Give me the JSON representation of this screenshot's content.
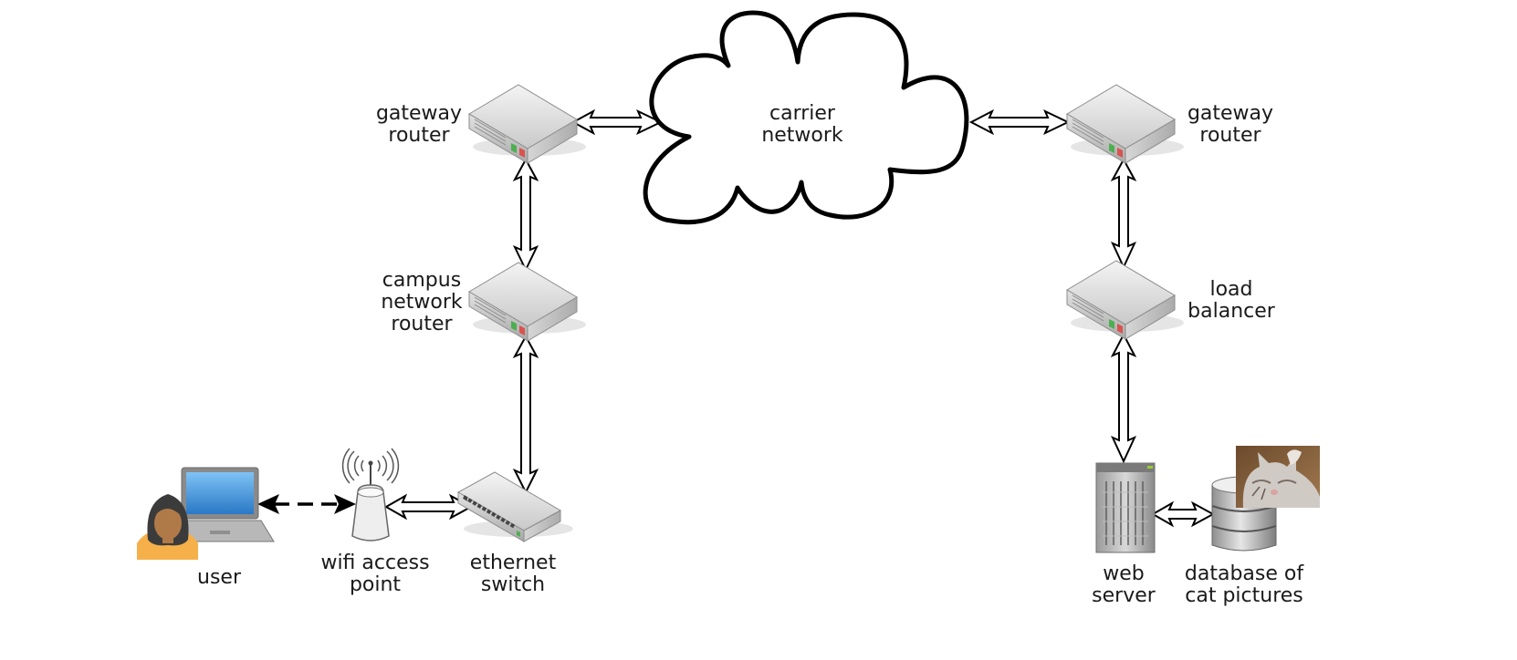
{
  "nodes": {
    "user": {
      "lines": [
        "user"
      ]
    },
    "wifi_access_point": {
      "lines": [
        "wifi access",
        "point"
      ]
    },
    "ethernet_switch": {
      "lines": [
        "ethernet",
        "switch"
      ]
    },
    "campus_network_router": {
      "lines": [
        "campus",
        "network",
        "router"
      ]
    },
    "gateway_router_left": {
      "lines": [
        "gateway",
        "router"
      ]
    },
    "carrier_network": {
      "lines": [
        "carrier",
        "network"
      ]
    },
    "gateway_router_right": {
      "lines": [
        "gateway",
        "router"
      ]
    },
    "load_balancer": {
      "lines": [
        "load",
        "balancer"
      ]
    },
    "web_server": {
      "lines": [
        "web",
        "server"
      ]
    },
    "database": {
      "lines": [
        "database of",
        "cat pictures"
      ]
    }
  },
  "links": [
    {
      "from": "user",
      "to": "wifi_access_point",
      "style": "dashed"
    },
    {
      "from": "wifi_access_point",
      "to": "ethernet_switch",
      "style": "hollow"
    },
    {
      "from": "ethernet_switch",
      "to": "campus_network_router",
      "style": "hollow"
    },
    {
      "from": "campus_network_router",
      "to": "gateway_router_left",
      "style": "hollow"
    },
    {
      "from": "gateway_router_left",
      "to": "carrier_network",
      "style": "hollow"
    },
    {
      "from": "carrier_network",
      "to": "gateway_router_right",
      "style": "hollow"
    },
    {
      "from": "gateway_router_right",
      "to": "load_balancer",
      "style": "hollow"
    },
    {
      "from": "load_balancer",
      "to": "web_server",
      "style": "hollow"
    },
    {
      "from": "web_server",
      "to": "database",
      "style": "hollow"
    }
  ],
  "colors": {
    "device_body": "#d8d8d8",
    "device_led_green": "#4caf50",
    "device_led_red": "#d9534f",
    "laptop_screen": "#3a8fd6",
    "user_skin": "#b07a48",
    "user_shirt": "#f5b04a",
    "user_hair": "#3b3b3b"
  }
}
